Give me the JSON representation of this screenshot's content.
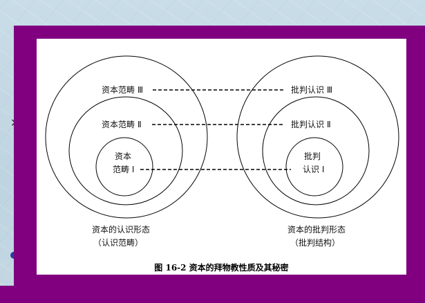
{
  "figure": {
    "caption": "图 16-2  资本的拜物教性质及其秘密",
    "left_group": {
      "title": "资本的认识形态",
      "subtitle": "（认识范畴）",
      "rings": [
        {
          "label_line1": "资本",
          "label_line2": "范畴 Ⅰ"
        },
        {
          "label": "资本范畴 Ⅱ"
        },
        {
          "label": "资本范畴 Ⅲ"
        }
      ]
    },
    "right_group": {
      "title": "资本的批判形态",
      "subtitle": "（批判结构）",
      "rings": [
        {
          "label_line1": "批判",
          "label_line2": "认识 Ⅰ"
        },
        {
          "label": "批判认识 Ⅱ"
        },
        {
          "label": "批判认识 Ⅲ"
        }
      ]
    },
    "connectors": [
      {
        "from": "资本范畴 Ⅲ",
        "to": "批判认识 Ⅲ",
        "style": "dashed"
      },
      {
        "from": "资本范畴 Ⅱ",
        "to": "批判认识 Ⅱ",
        "style": "dashed"
      },
      {
        "from": "资本范畴 Ⅰ",
        "to": "批判认识 Ⅰ",
        "style": "dashed"
      }
    ]
  },
  "colors": {
    "frame": "#800080",
    "panel": "#ffffff",
    "background": "#c6dbe6",
    "line": "#000000"
  }
}
